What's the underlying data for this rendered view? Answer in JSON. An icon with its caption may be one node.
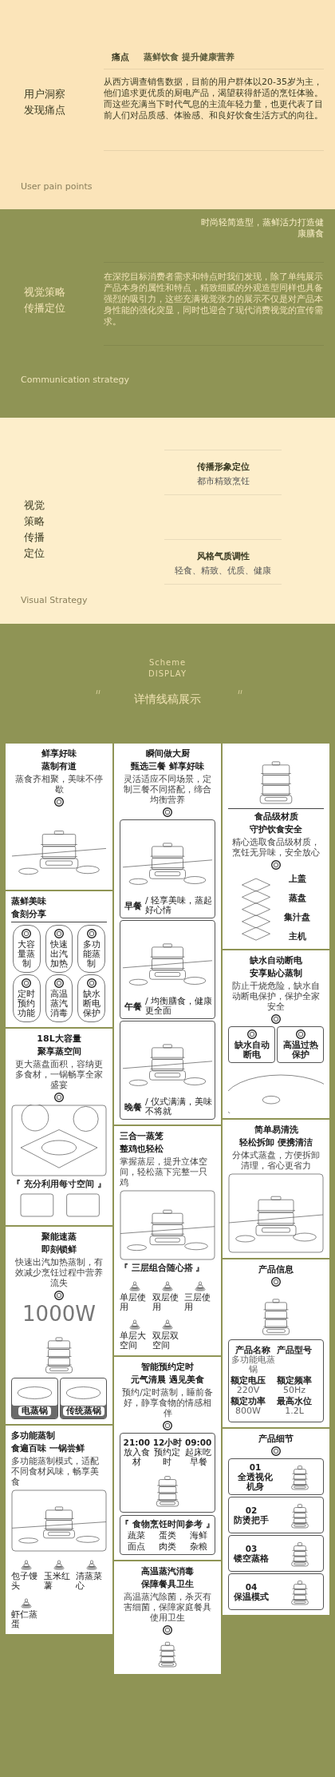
{
  "diagram": {
    "nodes": [
      {
        "text": [
          "用户洞察发现痛点",
          "痛点",
          "蒸鲜饮食 提升健康营养",
          "从西方调查销售数据，目前的用户群体以20-35岁为主，他们追求更优质的厨电产品，渴望获得舒适的烹饪体验。而这些充满当下时代气息的主流年轻力量，也更代表了目前人们对品质感、体验感、和良好饮食生活方式的向往。",
          "User pain points"
        ]
      },
      {
        "text": [
          "时尚轻简造型，蒸鲜活力打造健康膳食",
          "视觉策略传播定位",
          "在深挖目标消费者需求和特点时我们发现，除了单纯展示产品本身的属性和特点，精致细腻的外观造型同样也具备强烈的吸引力，这些充满视觉张力的展示不仅是对产品本身性能的强化突显，同时也迎合了现代消费视觉的宣传需求。",
          "Communication strategy"
        ]
      },
      {
        "text": [
          "视觉策略传播定位",
          "传播形象定位",
          "都市精致烹饪",
          "风格气质调性",
          "轻食、精致、优质、健康",
          "Visual Strategy"
        ]
      },
      {
        "text": [
          "Scheme DISPLAY",
          "详情线稿展示"
        ]
      },
      {
        "text": [
          "鲜享好味",
          "蒸制有道",
          "蒸食齐相聚，美味不停歇"
        ],
        "in": 3
      },
      {
        "text": [
          "蒸鲜美味",
          "食刻分享"
        ],
        "in": 3
      },
      {
        "text": [
          "大容量蒸制"
        ],
        "in": 5
      },
      {
        "text": [
          "快速出汽加热"
        ],
        "in": 5
      },
      {
        "text": [
          "多功能蒸制"
        ],
        "in": 5
      },
      {
        "text": [
          "定时预约功能"
        ],
        "in": 5
      },
      {
        "text": [
          "高温蒸汽消毒"
        ],
        "in": 5
      },
      {
        "text": [
          "缺水断电保护"
        ],
        "in": 5
      },
      {
        "text": [
          "18L大容量",
          "聚享蒸空间",
          "更大蒸盘面积，容纳更多食材，一锅畅享全家盛宴",
          "『 充分利用每寸空间 』"
        ],
        "in": 3
      },
      {
        "text": [
          "聚能速蒸",
          "即刻锁鲜",
          "快速出汽加热蒸制，有效减少烹饪过程中营养流失",
          "1000W"
        ],
        "in": 3
      },
      {
        "text": [
          "电蒸锅"
        ],
        "in": 13
      },
      {
        "text": [
          "传统蒸锅"
        ],
        "in": 13
      },
      {
        "text": [
          "多功能蒸制",
          "食遍百味 一锅尝鲜",
          "多功能蒸制模式，适配不同食材风味，畅享美食",
          "包子馒头",
          "玉米红薯",
          "清蒸菜心",
          "虾仁蒸蛋"
        ],
        "in": 3
      },
      {
        "text": [
          "瞬间做大厨",
          "甄选三餐 鲜享好味",
          "灵活适应不同场景，定制三餐不同搭配，缔合均衡营养"
        ],
        "in": 3
      },
      {
        "text": [
          "早餐",
          "/ 轻享美味，蒸起好心情"
        ],
        "in": 17
      },
      {
        "text": [
          "午餐",
          "/ 均衡膳食，健康更全面"
        ],
        "in": 17
      },
      {
        "text": [
          "晚餐",
          "/ 仪式满满，美味不将就"
        ],
        "in": 17
      },
      {
        "text": [
          "三合一蒸笼",
          "整鸡也轻松",
          "掌握蒸层，提升立体空间，轻松蒸下完整一只鸡",
          "『 三层组合随心搭 』",
          "单层使用",
          "双层使用",
          "三层使用",
          "单层大空间",
          "双层双空间"
        ],
        "in": 3
      },
      {
        "text": [
          "智能预约定时",
          "元气清晨 遇见美食",
          "预约/定时蒸制，睡前备好，静享食物的情感相伴"
        ],
        "in": 3
      },
      {
        "text": [
          "21:00",
          "放入食材",
          "12小时",
          "预约定时",
          "09:00",
          "起床吃早餐"
        ],
        "in": 22
      },
      {
        "text": [
          "『 食物烹饪时间参考 』",
          "蔬菜",
          "蛋类",
          "海鲜",
          "面点",
          "肉类",
          "杂粮"
        ],
        "in": 22
      },
      {
        "text": [
          "高温蒸汽消毒",
          "保障餐具卫生",
          "高温蒸汽除菌，杀灭有害细菌，保障家庭餐具使用卫生"
        ],
        "in": 3
      },
      {
        "text": [
          "食品级材质",
          "守护饮食安全",
          "精心选取食品级材质，烹饪无异味，安全放心",
          "上盖",
          "蒸盘",
          "集汁盘",
          "主机"
        ],
        "in": 3
      },
      {
        "text": [
          "缺水自动断电",
          "安享贴心蒸制",
          "防止干烧危险，缺水自动断电保护，保护全家安全"
        ],
        "in": 3
      },
      {
        "text": [
          "缺水自动断电"
        ],
        "in": 27
      },
      {
        "text": [
          "高温过热保护"
        ],
        "in": 27
      },
      {
        "text": [
          "简单易清洗",
          "轻松拆卸 便携清洁",
          "分体式蒸盘，方便拆卸清理，省心更省力"
        ],
        "in": 3
      },
      {
        "text": [
          "产品信息"
        ],
        "in": 3
      },
      {
        "text": [
          "产品名称",
          "多功能电蒸锅",
          "产品型号",
          "额定电压",
          "220V",
          "额定频率",
          "50Hz",
          "额定功率",
          "800W",
          "最高水位",
          "1.2L"
        ],
        "in": 31
      },
      {
        "text": [
          "产品细节"
        ],
        "in": 3
      },
      {
        "text": [
          "01",
          "全透视化机身"
        ],
        "in": 33
      },
      {
        "text": [
          "02",
          "防烫把手"
        ],
        "in": 33
      },
      {
        "text": [
          "03",
          "镂空蒸格"
        ],
        "in": 33
      },
      {
        "text": [
          "04",
          "保温模式"
        ],
        "in": 33
      }
    ]
  }
}
